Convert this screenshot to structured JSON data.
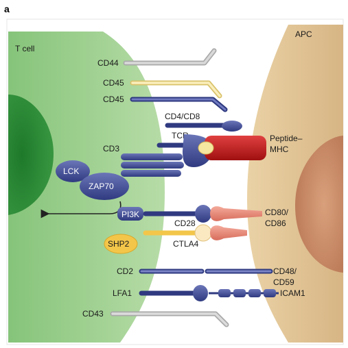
{
  "panel_label": "a",
  "cells": {
    "t_cell": "T cell",
    "apc": "APC"
  },
  "molecules": {
    "cd44": "CD44",
    "cd45_a": "CD45",
    "cd45_b": "CD45",
    "cd4_cd8": "CD4/CD8",
    "tcr": "TCR",
    "cd3": "CD3",
    "peptide_mhc_line1": "Peptide–",
    "peptide_mhc_line2": "MHC",
    "lck": "LCK",
    "zap70": "ZAP70",
    "pi3k": "PI3K",
    "cd28": "CD28",
    "cd80_line1": "CD80/",
    "cd80_line2": "CD86",
    "shp2": "SHP2",
    "ctla4": "CTLA4",
    "cd2": "CD2",
    "cd48_line1": "CD48/",
    "cd48_line2": "CD59",
    "lfa1": "LFA1",
    "icam1": "ICAM1",
    "cd43": "CD43"
  },
  "colors": {
    "t_cell_body": "#9fcf8f",
    "t_cell_nucleus": "#2f8a3a",
    "apc_body": "#e3c596",
    "apc_nucleus": "#c98e6c",
    "navy": "#3e4a91",
    "grey": "#bfbfbf",
    "cream": "#f5e6a0",
    "red": "#c42020",
    "salmon": "#e98d7c",
    "yellow": "#f3c64a"
  }
}
